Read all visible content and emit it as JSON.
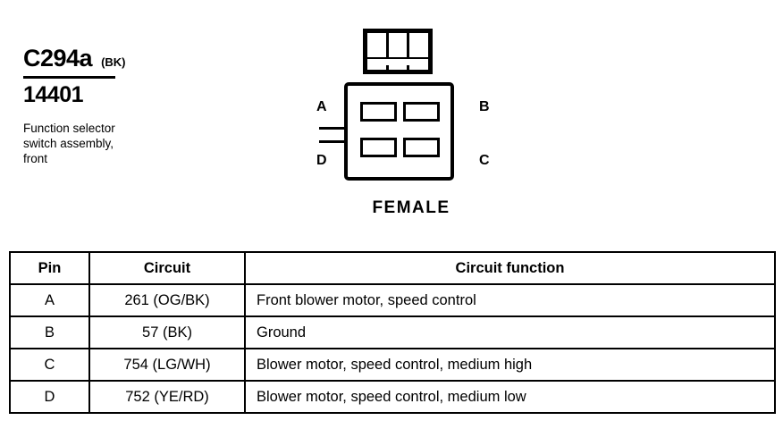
{
  "connector": {
    "id": "C294a",
    "color_code": "(BK)",
    "part_number": "14401",
    "description_lines": [
      "Function selector",
      "switch assembly,",
      "front"
    ],
    "gender_label": "FEMALE",
    "pin_callouts": {
      "a": "A",
      "b": "B",
      "c": "C",
      "d": "D"
    }
  },
  "table": {
    "headers": [
      "Pin",
      "Circuit",
      "Circuit function"
    ],
    "rows": [
      {
        "pin": "A",
        "circuit": "261 (OG/BK)",
        "function": "Front blower motor, speed control"
      },
      {
        "pin": "B",
        "circuit": "57 (BK)",
        "function": "Ground"
      },
      {
        "pin": "C",
        "circuit": "754 (LG/WH)",
        "function": "Blower motor, speed control, medium high"
      },
      {
        "pin": "D",
        "circuit": "752 (YE/RD)",
        "function": "Blower motor, speed control, medium low"
      }
    ]
  }
}
